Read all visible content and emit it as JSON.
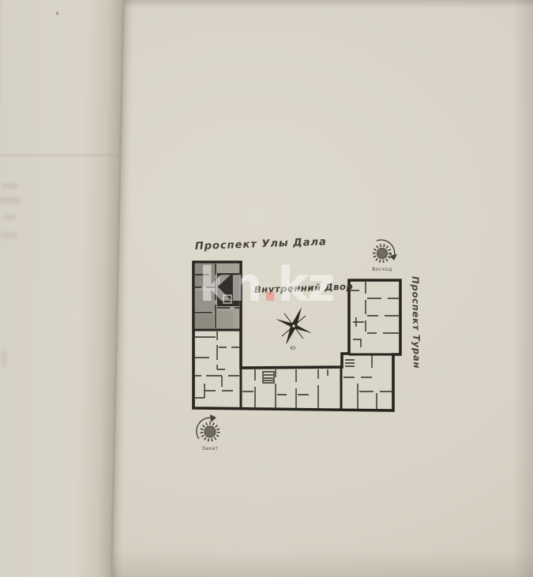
{
  "watermark": {
    "text_before_dot": "kn",
    "dot": ".",
    "text_after_dot": "kz",
    "text_color": "#ffffff",
    "dot_color": "#eb968e"
  },
  "plan": {
    "street_top_label": "Проспект Улы Дала",
    "street_right_label": "Проспект Туран",
    "courtyard_label": "Внутренний Двор",
    "sunrise_label": "Восход",
    "sunset_label": "Закат",
    "compass_south_label": "Ю"
  },
  "colors": {
    "paper": "#d8d3c6",
    "ink": "#27251f",
    "label_ink": "#444034",
    "highlight_unit_fill": "#a7a399",
    "highlight_unit_dark": "#33302a"
  }
}
